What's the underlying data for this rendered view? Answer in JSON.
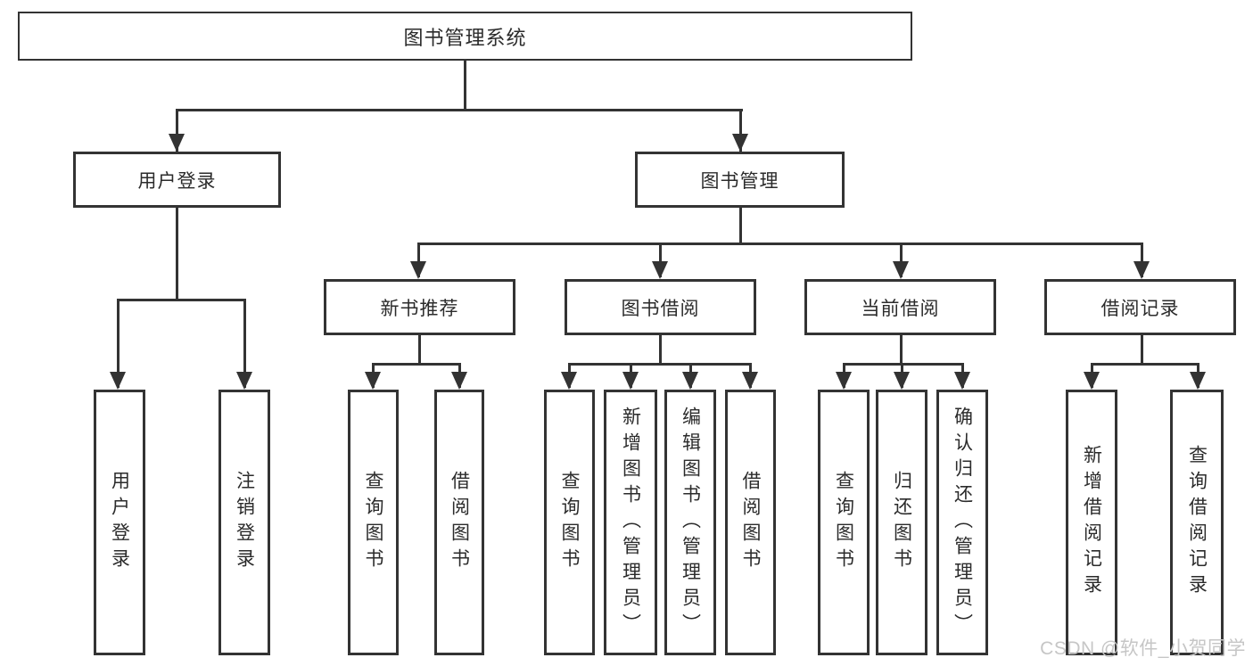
{
  "title": {
    "label": "图书管理系统"
  },
  "level1": {
    "user_login": "用户登录",
    "book_mgmt": "图书管理"
  },
  "level2": {
    "new_books": "新书推荐",
    "book_borrow": "图书借阅",
    "current_borrow": "当前借阅",
    "borrow_records": "借阅记录"
  },
  "leaves": {
    "user_login": [
      "用户登录",
      "注销登录"
    ],
    "new_books": [
      "查询图书",
      "借阅图书"
    ],
    "book_borrow": [
      "查询图书",
      "新增图书（管理员）",
      "编辑图书（管理员）",
      "借阅图书"
    ],
    "current_borrow": [
      "查询图书",
      "归还图书",
      "确认归还（管理员）"
    ],
    "borrow_records": [
      "新增借阅记录",
      "查询借阅记录"
    ]
  },
  "watermark": {
    "text": "CSDN @软件_小贺同学"
  },
  "colors": {
    "line": "#333333",
    "border": "#333333",
    "text": "#2b2b2b",
    "watermark": "#c6c6c6",
    "background": "#ffffff"
  }
}
